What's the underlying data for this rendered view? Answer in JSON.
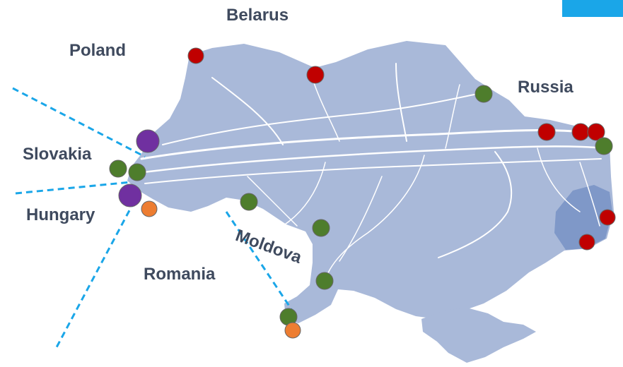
{
  "map": {
    "colors": {
      "land": "#a9b9d9",
      "land_dark": "#7f98c8",
      "pipeline": "#ffffff",
      "interconnector_line": "#1aa6e8",
      "corner_tab": "#1aa6e8",
      "label": "#3f4a5e"
    },
    "labels": {
      "belarus": "Belarus",
      "poland": "Poland",
      "russia": "Russia",
      "slovakia": "Slovakia",
      "hungary": "Hungary",
      "moldova": "Moldova",
      "romania": "Romania"
    },
    "marker_colors": {
      "red": "#c00000",
      "green": "#4e7d2c",
      "purple": "#7030a0",
      "orange": "#ed7d31"
    }
  }
}
